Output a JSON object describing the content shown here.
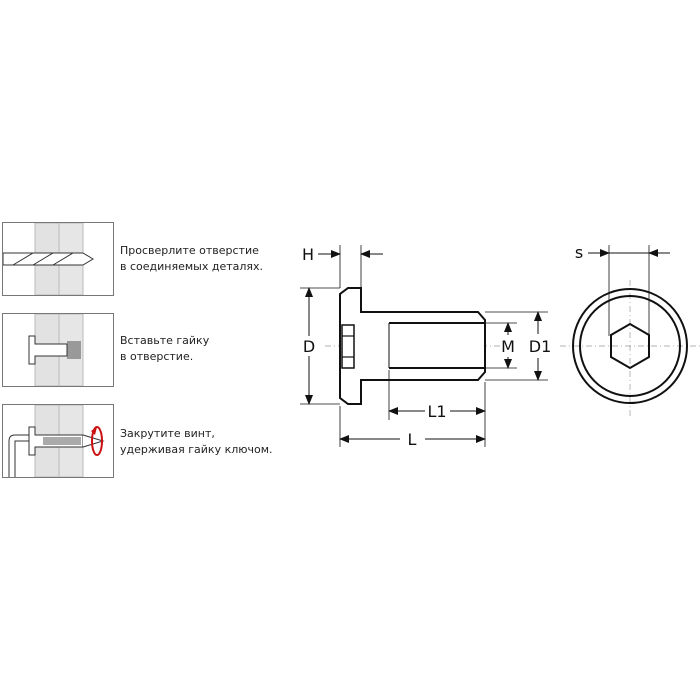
{
  "steps": [
    {
      "line1": "Просверлите отверстие",
      "line2": "в соединяемых деталях."
    },
    {
      "line1": "Вставьте гайку",
      "line2": "в отверстие."
    },
    {
      "line1": "Закрутите винт,",
      "line2": "удерживая гайку ключом."
    }
  ],
  "dimensions": {
    "H": "H",
    "D": "D",
    "M": "M",
    "D1": "D1",
    "L1": "L1",
    "L": "L",
    "S": "s"
  },
  "colors": {
    "line": "#111111",
    "wood": "#e2e2e2",
    "arrow": "#cc1111"
  }
}
